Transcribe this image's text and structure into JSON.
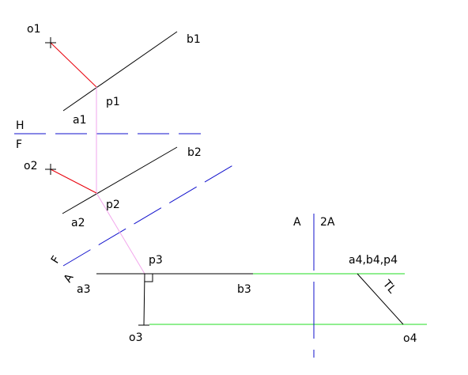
{
  "colors": {
    "object": "#000000",
    "projector": "#f2a6ec",
    "perpendicular": "#e8000b",
    "fold_line": "#1010cc",
    "true_length_view": "#22dd22",
    "background": "#ffffff"
  },
  "labels": {
    "o1": "o1",
    "b1": "b1",
    "p1": "p1",
    "a1": "a1",
    "h": "H",
    "f_top": "F",
    "o2": "o2",
    "b2": "b2",
    "p2": "p2",
    "a2": "a2",
    "f_aux": "F",
    "a_aux": "A",
    "p3": "p3",
    "a3": "a3",
    "b3": "b3",
    "o3": "o3",
    "a_fold": "A",
    "two_a": "2A",
    "a4b4p4": "a4,b4,p4",
    "tl": "TL",
    "o4": "o4"
  },
  "icons": {
    "point_marker": "plus-cross-icon",
    "right_angle": "right-angle-icon"
  }
}
